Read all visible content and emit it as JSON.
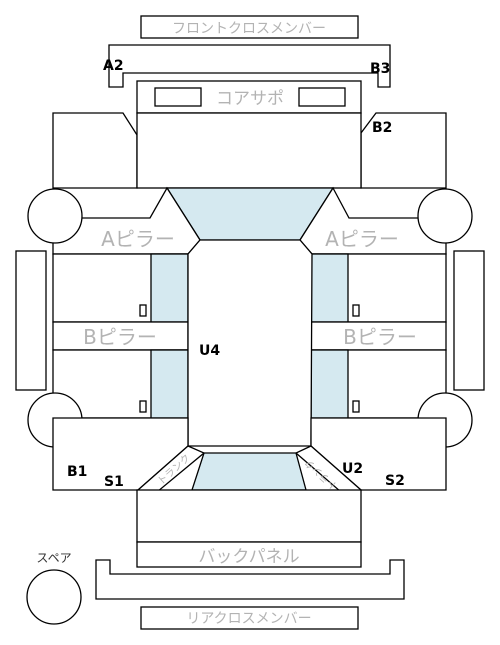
{
  "labels": {
    "front_cross_member": "フロントクロスメンバー",
    "core_support": "コアサポ",
    "a_pillar_left": "Aピラー",
    "a_pillar_right": "Aピラー",
    "b_pillar_left": "Bピラー",
    "b_pillar_right": "Bピラー",
    "back_panel": "バックパネル",
    "rear_cross_member": "リアクロスメンバー",
    "spare": "スペア",
    "trunk_left": "トランク",
    "trunk_right": "トランク"
  },
  "codes": {
    "a2": "A2",
    "b3": "B3",
    "b2": "B2",
    "u4": "U4",
    "b1": "B1",
    "s1": "S1",
    "u2": "U2",
    "s2": "S2"
  },
  "colors": {
    "glass": "#d5e9f0",
    "line": "#000000",
    "label_gray": "#b3b3b3"
  }
}
